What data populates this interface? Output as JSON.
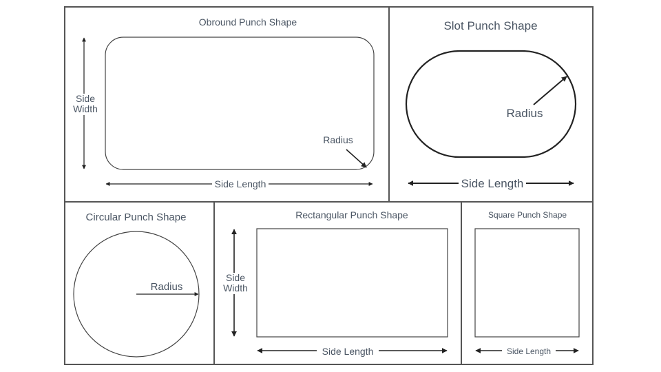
{
  "panels": {
    "obround": {
      "title": "Obround Punch Shape",
      "width_label": "Side\nWidth",
      "length_label": "Side Length",
      "radius_label": "Radius"
    },
    "slot": {
      "title": "Slot Punch Shape",
      "length_label": "Side Length",
      "radius_label": "Radius"
    },
    "circular": {
      "title": "Circular Punch Shape",
      "radius_label": "Radius"
    },
    "rectangular": {
      "title": "Rectangular Punch Shape",
      "width_label": "Side\nWidth",
      "length_label": "Side Length"
    },
    "square": {
      "title": "Square Punch Shape",
      "length_label": "Side Length"
    }
  },
  "colors": {
    "frame": "#555555",
    "line": "#222222",
    "text": "#4a5563"
  }
}
